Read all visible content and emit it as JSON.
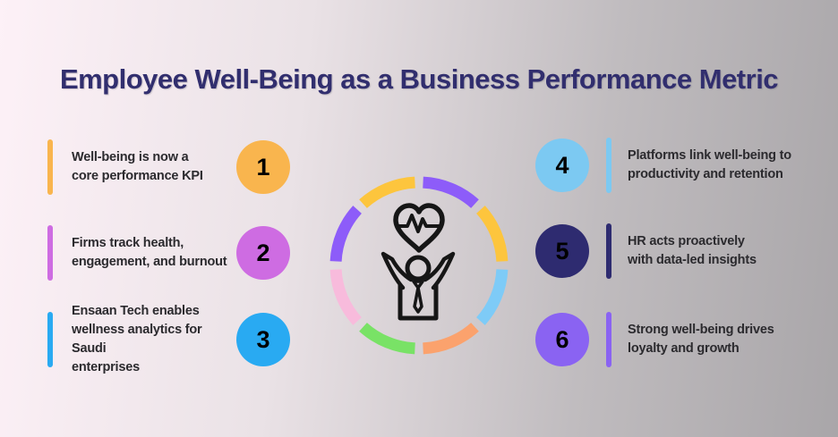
{
  "title": "Employee Well-Being as a Business Performance Metric",
  "colors": {
    "title": "#312e6e",
    "text": "#2b2a2e",
    "number": "#ffffff",
    "icon_stroke": "#161616"
  },
  "items": [
    {
      "number": "1",
      "text": "Well-being is now a\ncore performance KPI",
      "color": "#f9b54e",
      "side": "left"
    },
    {
      "number": "2",
      "text": "Firms track health,\nengagement, and burnout",
      "color": "#ce6ce2",
      "side": "left"
    },
    {
      "number": "3",
      "text": "Ensaan Tech enables\nwellness analytics for Saudi\nenterprises",
      "color": "#29aaf2",
      "side": "left"
    },
    {
      "number": "4",
      "text": "Platforms link well-being to\nproductivity and retention",
      "color": "#7cc9f2",
      "side": "right"
    },
    {
      "number": "5",
      "text": "HR acts proactively\nwith data-led insights",
      "color": "#2e2b70",
      "side": "right"
    },
    {
      "number": "6",
      "text": "Strong well-being drives\nloyalty and growth",
      "color": "#8a63f2",
      "side": "right"
    }
  ],
  "center": {
    "icon": "wellbeing-person-with-heartbeat-heart",
    "ring_colors": [
      "#8d5cf9",
      "#fdc53d",
      "#7ecbf7",
      "#fba26d",
      "#79e266",
      "#f8bbdc",
      "#8d5cf9",
      "#fdc53d"
    ]
  }
}
